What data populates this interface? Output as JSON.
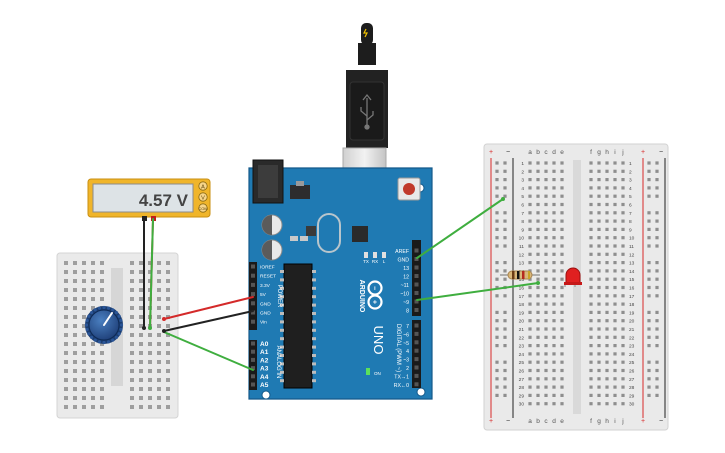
{
  "multimeter": {
    "reading": "4.57 V",
    "terminals": [
      "A",
      "V",
      "COM"
    ]
  },
  "colors": {
    "arduino_blue": "#1f7ab3",
    "wire_green": "#3fae3f",
    "wire_red": "#d42a2a",
    "wire_black": "#222222",
    "meter_yellow": "#f0b52a",
    "led_red": "#e02020"
  },
  "arduino": {
    "power_header_labels": [
      "IOREF",
      "RESET",
      "3.3V",
      "5V",
      "GND",
      "GND",
      "Vin"
    ],
    "power_label": "POWER",
    "analog_header_labels": [
      "A0",
      "A1",
      "A2",
      "A3",
      "A4",
      "A5"
    ],
    "analog_label": "ANALOG IN",
    "digital_top_labels": [
      "AREF",
      "GND",
      "13",
      "12",
      "~11",
      "~10",
      "~9",
      "8"
    ],
    "digital_bottom_labels": [
      "7",
      "~6",
      "~5",
      "4",
      "~3",
      "2",
      "TX→1",
      "RX←0"
    ],
    "digital_label": "DIGITAL (PWM ~)",
    "brand": "ARDUINO",
    "model": "UNO",
    "led_labels": [
      "TX",
      "RX",
      "L"
    ],
    "on_label": "ON"
  },
  "breadboard_large": {
    "column_letters_left": [
      "a",
      "b",
      "c",
      "d",
      "e"
    ],
    "column_letters_right": [
      "f",
      "g",
      "h",
      "i",
      "j"
    ],
    "rail_signs": [
      "+",
      "−"
    ],
    "row_numbers": [
      "1",
      "2",
      "3",
      "4",
      "5",
      "6",
      "7",
      "8",
      "9",
      "10",
      "11",
      "12",
      "13",
      "14",
      "15",
      "16",
      "17",
      "18",
      "19",
      "20",
      "21",
      "22",
      "23",
      "24",
      "25",
      "26",
      "27",
      "28",
      "29",
      "30"
    ]
  }
}
